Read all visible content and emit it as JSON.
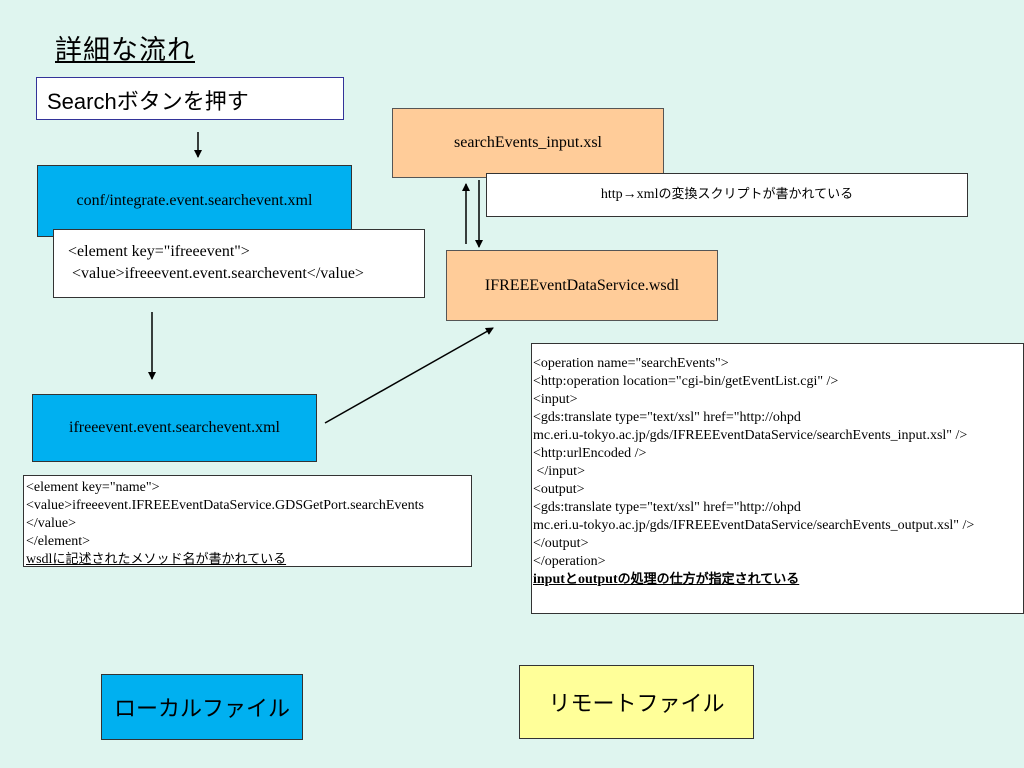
{
  "title": "詳細な流れ",
  "search_step": "Searchボタンを押す",
  "files": {
    "conf_xml": "conf/integrate.event.searchevent.xml",
    "ifreee_xml": "ifreeevent.event.searchevent.xml",
    "input_xsl": "searchEvents_input.xsl",
    "wsdl": "IFREEEventDataService.wsdl"
  },
  "notes": {
    "conf_element": {
      "line1": "<element key=\"ifreeevent\">",
      "line2": " <value>ifreeevent.event.searchevent</value>"
    },
    "xsl_note": {
      "prefix": "http→xml",
      "suffix": "の変換スクリプトが書かれている"
    },
    "name_element": {
      "line1": "<element key=\"name\">",
      "line2": "<value>ifreeevent.IFREEEventDataService.GDSGetPort.searchEvents",
      "line3": "</value>",
      "line4": "</element>",
      "line5_prefix": "wsdl",
      "line5_suffix": "に記述されたメソッド名が書かれている"
    },
    "wsdl_operation": {
      "lines": [
        "<operation name=\"searchEvents\">",
        "<http:operation location=\"cgi-bin/getEventList.cgi\" />",
        "<input>",
        "<gds:translate type=\"text/xsl\" href=\"http://ohpd",
        "mc.eri.u-tokyo.ac.jp/gds/IFREEEventDataService/searchEvents_input.xsl\" />",
        "<http:urlEncoded />",
        " </input>",
        "<output>",
        "<gds:translate type=\"text/xsl\" href=\"http://ohpd",
        "mc.eri.u-tokyo.ac.jp/gds/IFREEEventDataService/searchEvents_output.xsl\" />",
        "</output>",
        "</operation>"
      ],
      "footer_input": "input",
      "footer_to": "と",
      "footer_output": "output",
      "footer_rest": "の処理の仕方が指定されている"
    }
  },
  "legend": {
    "local": "ローカルファイル",
    "remote": "リモートファイル"
  },
  "colors": {
    "background": "#dff5ef",
    "local_file": "#00b0f0",
    "remote_file": "#ffcc99",
    "remote_legend": "#ffff99"
  }
}
